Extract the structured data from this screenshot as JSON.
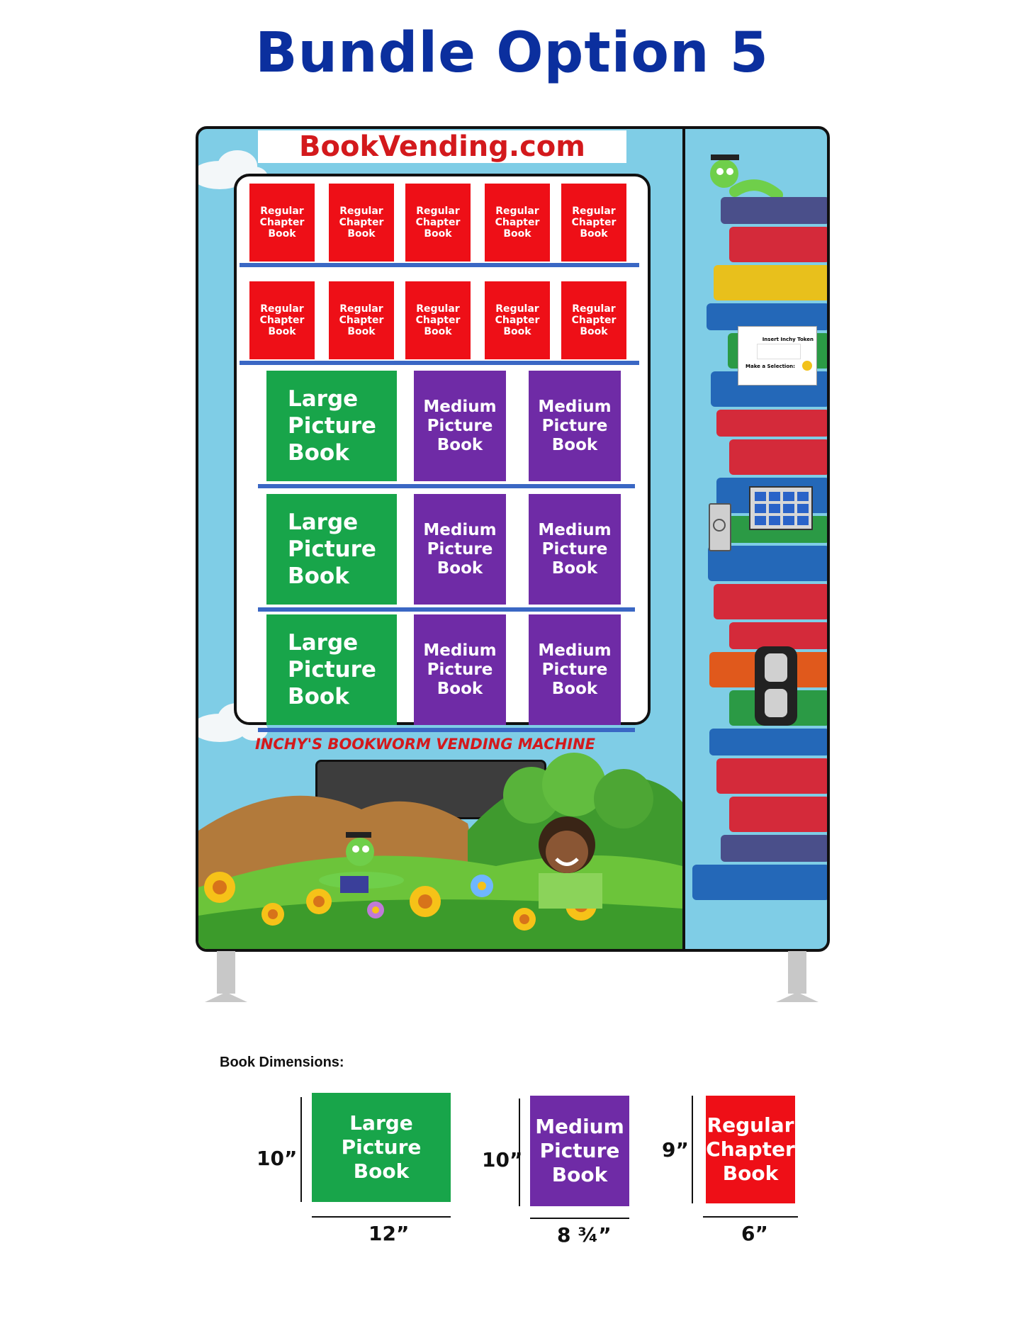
{
  "title": "Bundle Option 5",
  "machine": {
    "brand": "BookVending.com",
    "name": "INCHY'S BOOKWORM VENDING MACHINE",
    "panel": {
      "token_label": "Insert Inchy Token",
      "selection_label": "Make a Selection:"
    },
    "red_rows": [
      [
        "Regular Chapter Book",
        "Regular Chapter Book",
        "Regular Chapter Book",
        "Regular Chapter Book",
        "Regular Chapter Book"
      ],
      [
        "Regular Chapter Book",
        "Regular Chapter Book",
        "Regular Chapter Book",
        "Regular Chapter Book",
        "Regular Chapter Book"
      ]
    ],
    "picture_rows": [
      {
        "large": "Large Picture Book",
        "medium": [
          "Medium Picture Book",
          "Medium Picture Book"
        ]
      },
      {
        "large": "Large Picture Book",
        "medium": [
          "Medium Picture Book",
          "Medium Picture Book"
        ]
      },
      {
        "large": "Large Picture Book",
        "medium": [
          "Medium Picture Book",
          "Medium Picture Book"
        ]
      }
    ]
  },
  "dimensions": {
    "heading": "Book Dimensions:",
    "books": [
      {
        "label": "Large Picture Book",
        "height": "10”",
        "width": "12”"
      },
      {
        "label": "Medium Picture Book",
        "height": "10”",
        "width": "8 ¾”"
      },
      {
        "label": "Regular Chapter Book",
        "height": "9”",
        "width": "6”"
      }
    ]
  },
  "colors": {
    "title": "#0b2f9e",
    "red_book": "#ee0f17",
    "green_book": "#18a54a",
    "purple_book": "#6f2ba6",
    "machine_bg": "#7fcde6"
  }
}
